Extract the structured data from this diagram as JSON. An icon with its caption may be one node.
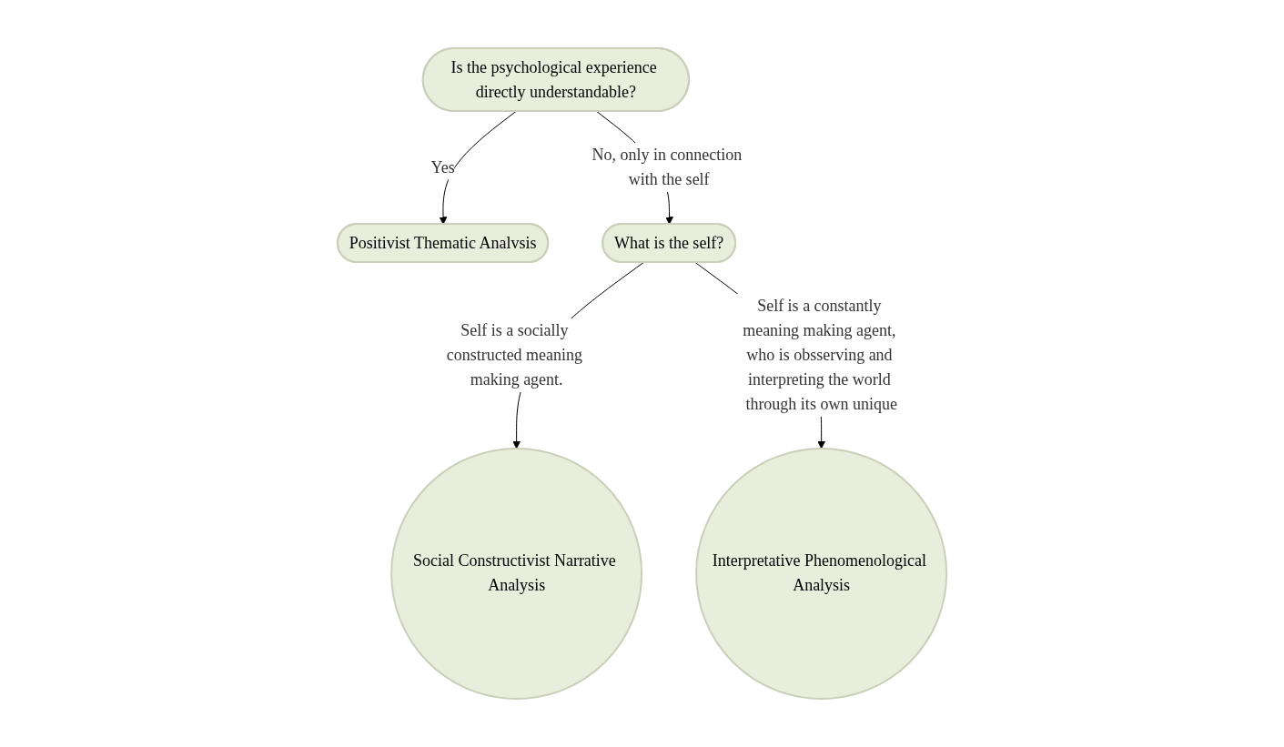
{
  "diagram": {
    "nodes": [
      {
        "text": [
          "Is the psychological experience directly understandable?"
        ]
      },
      {
        "text": [
          "Positivist Thematic Analvsis"
        ]
      },
      {
        "text": [
          "What is the self?"
        ]
      },
      {
        "text": [
          "Social Constructivist Narrative Analysis"
        ]
      },
      {
        "text": [
          "Interpretative Phenomenological Analysis"
        ]
      }
    ],
    "edges": [
      {
        "from": 0,
        "to": 1,
        "arrow": "to",
        "label": "Yes"
      },
      {
        "from": 0,
        "to": 2,
        "arrow": "to",
        "label": "No, only in connection with the self"
      },
      {
        "from": 2,
        "to": 3,
        "arrow": "to",
        "label": "Self is a socially constructed meaning making agent."
      },
      {
        "from": 2,
        "to": 4,
        "arrow": "to",
        "label": "Self is a constantly meaning making agent, who is obsserving and interpreting the world through its own unique"
      }
    ]
  }
}
